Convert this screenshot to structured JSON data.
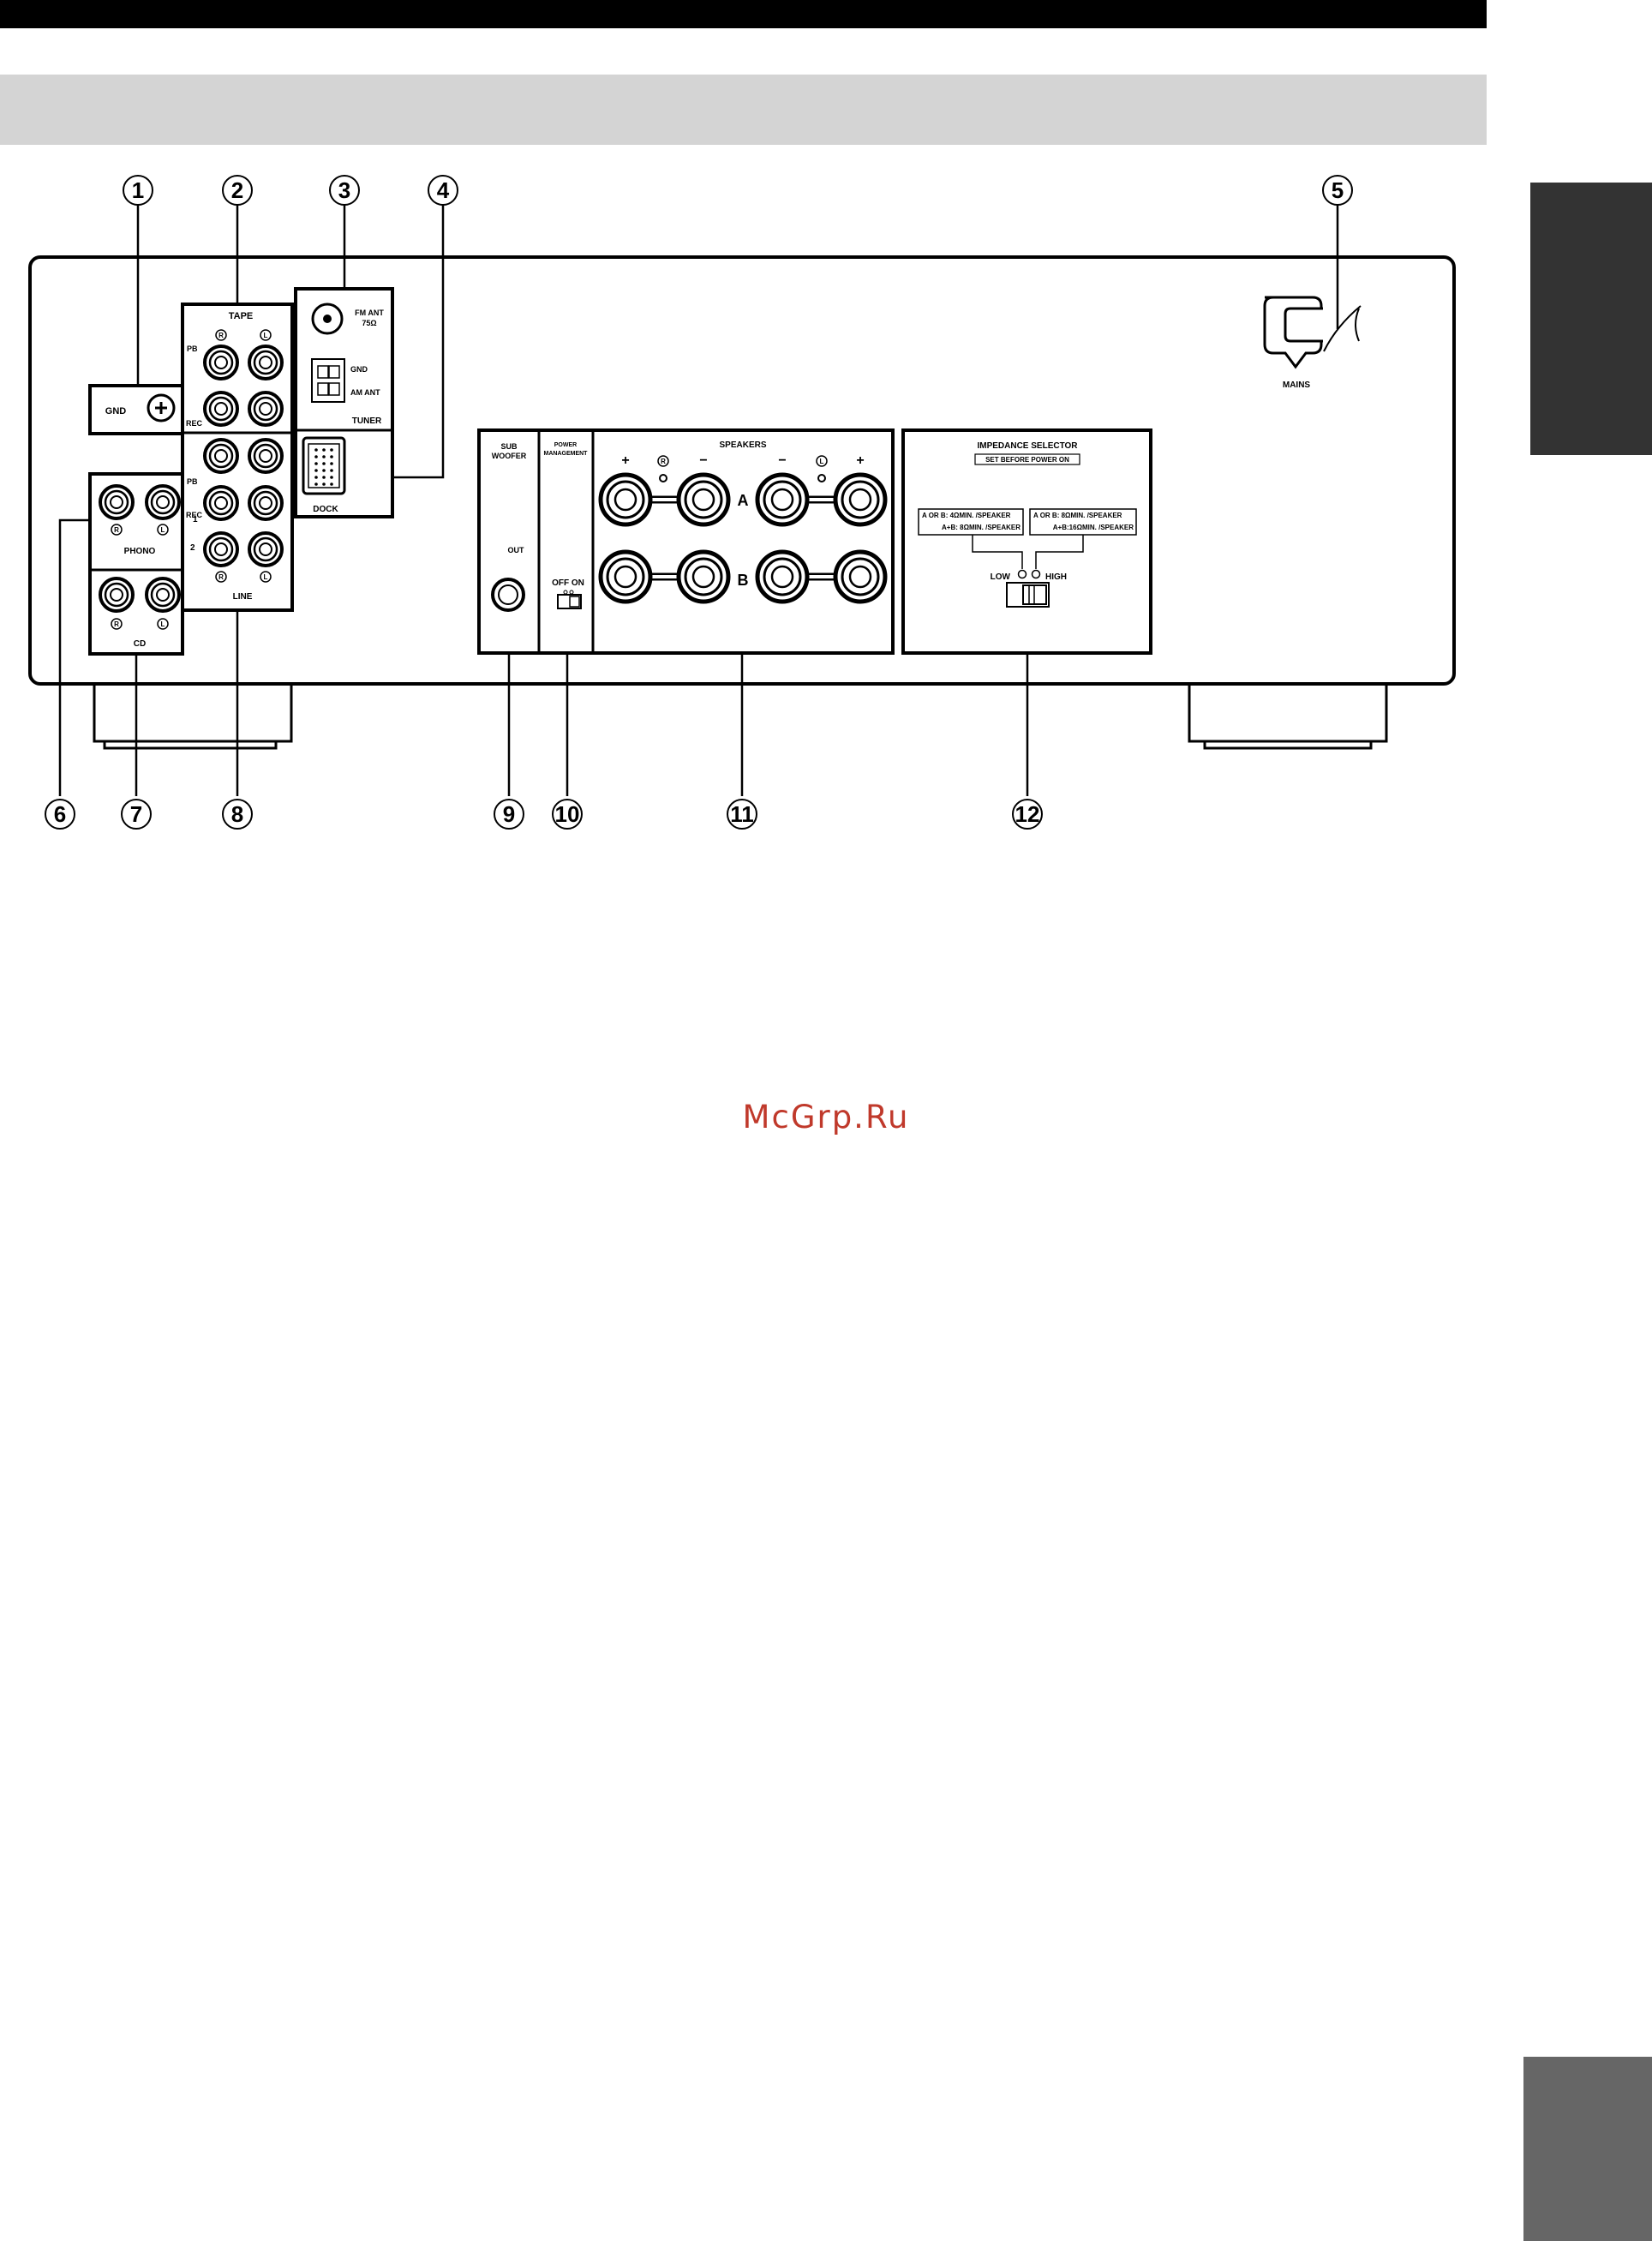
{
  "watermark": "McGrp.Ru",
  "callouts": [
    "①",
    "②",
    "③",
    "④",
    "⑤",
    "⑥",
    "⑦",
    "⑧",
    "⑨",
    "⑩",
    "⑪",
    "⑫"
  ],
  "panel": {
    "gnd": "GND",
    "tape": "TAPE",
    "pb": "PB",
    "rec": "REC",
    "line": "LINE",
    "line_1": "1",
    "line_2": "2",
    "phono": "PHONO",
    "cd": "CD",
    "fm_ant": "FM ANT",
    "ohm75": "75Ω",
    "tuner_gnd": "GND",
    "am_ant": "AM ANT",
    "tuner": "TUNER",
    "dock": "DOCK",
    "sub": "SUB",
    "woofer": "WOOFER",
    "out": "OUT",
    "power": "POWER",
    "management": "MANAGEMENT",
    "off_on": "OFF  ON",
    "speakers": "SPEAKERS",
    "spk_a": "A",
    "spk_b": "B",
    "plus": "+",
    "minus": "−",
    "r": "R",
    "l": "L",
    "impedance_selector": "IMPEDANCE SELECTOR",
    "set_before": "SET BEFORE POWER ON",
    "low_line1": "A OR B: 4ΩMIN. /SPEAKER",
    "low_line2": "A+B: 8ΩMIN. /SPEAKER",
    "high_line1": "A OR B:  8ΩMIN. /SPEAKER",
    "high_line2": "A+B:16ΩMIN. /SPEAKER",
    "low": "LOW",
    "high": "HIGH",
    "mains": "MAINS"
  }
}
